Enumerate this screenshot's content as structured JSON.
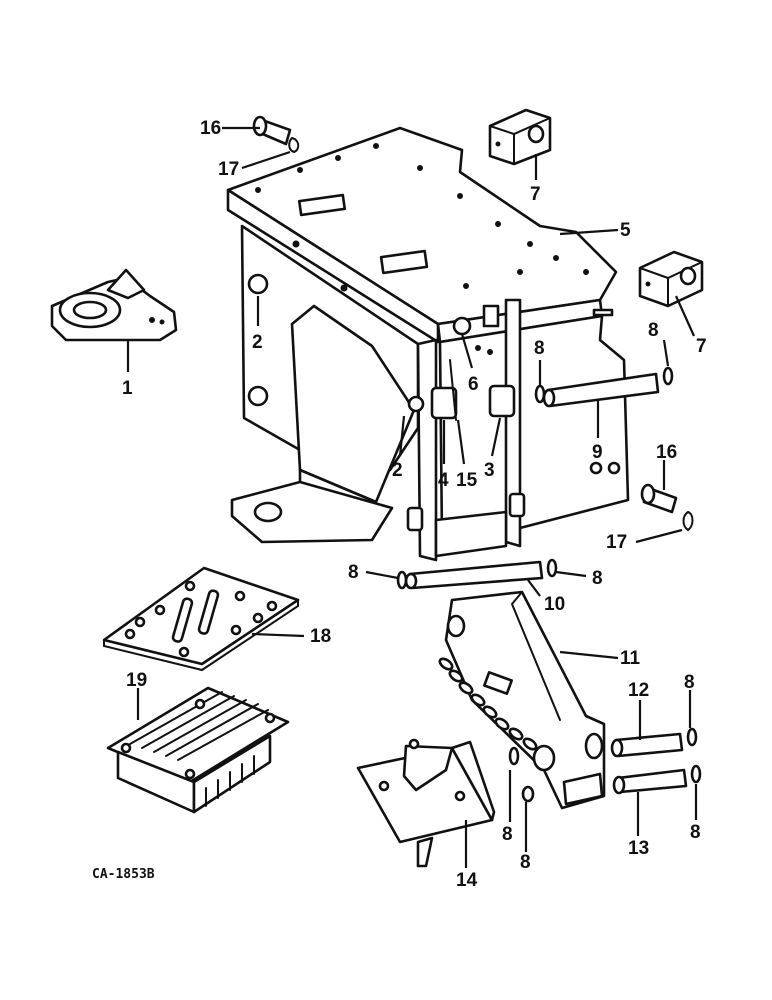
{
  "diagram": {
    "drawing_code": "CA-1853B",
    "callouts": [
      {
        "id": "c16a",
        "text": "16"
      },
      {
        "id": "c17a",
        "text": "17"
      },
      {
        "id": "c7a",
        "text": "7"
      },
      {
        "id": "c5",
        "text": "5"
      },
      {
        "id": "c7b",
        "text": "7"
      },
      {
        "id": "c8a",
        "text": "8"
      },
      {
        "id": "c1",
        "text": "1"
      },
      {
        "id": "c2a",
        "text": "2"
      },
      {
        "id": "c8b",
        "text": "8"
      },
      {
        "id": "c6",
        "text": "6"
      },
      {
        "id": "c9",
        "text": "9"
      },
      {
        "id": "c2b",
        "text": "2"
      },
      {
        "id": "c4",
        "text": "4"
      },
      {
        "id": "c15",
        "text": "15"
      },
      {
        "id": "c3",
        "text": "3"
      },
      {
        "id": "c16b",
        "text": "16"
      },
      {
        "id": "c17b",
        "text": "17"
      },
      {
        "id": "c8c",
        "text": "8"
      },
      {
        "id": "c8d",
        "text": "8"
      },
      {
        "id": "c10",
        "text": "10"
      },
      {
        "id": "c18",
        "text": "18"
      },
      {
        "id": "c11",
        "text": "11"
      },
      {
        "id": "c19",
        "text": "19"
      },
      {
        "id": "c12",
        "text": "12"
      },
      {
        "id": "c8e",
        "text": "8"
      },
      {
        "id": "c8f",
        "text": "8"
      },
      {
        "id": "c8g",
        "text": "8"
      },
      {
        "id": "c13",
        "text": "13"
      },
      {
        "id": "c8h",
        "text": "8"
      },
      {
        "id": "c14",
        "text": "14"
      }
    ]
  }
}
